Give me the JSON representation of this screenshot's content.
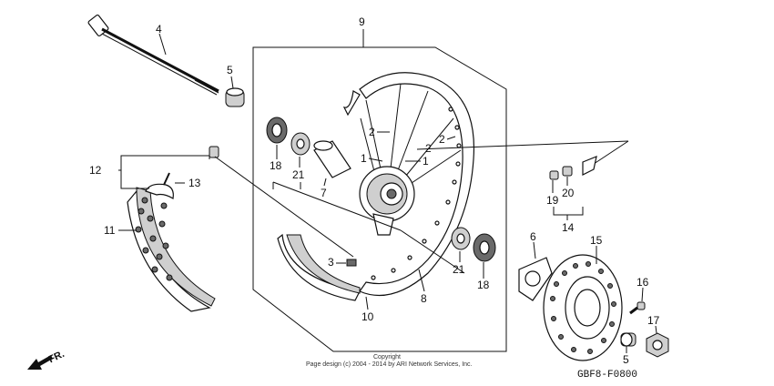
{
  "labels": {
    "n1a": "1",
    "n1b": "1",
    "n2a": "2",
    "n2b": "2",
    "n2c": "2",
    "n3": "3",
    "n4": "4",
    "n5a": "5",
    "n5b": "5",
    "n6": "6",
    "n7": "7",
    "n8": "8",
    "n9": "9",
    "n10": "10",
    "n11": "11",
    "n12": "12",
    "n13": "13",
    "n14": "14",
    "n15": "15",
    "n16": "16",
    "n17": "17",
    "n18a": "18",
    "n18b": "18",
    "n19": "19",
    "n20": "20",
    "n21a": "21",
    "n21b": "21"
  },
  "footer": {
    "copyright": "Copyright",
    "page_line": "Page design (c) 2004 - 2014 by ARI Network Services, Inc.",
    "diagram_code": "GBF8-F0800"
  },
  "direction": "FR."
}
